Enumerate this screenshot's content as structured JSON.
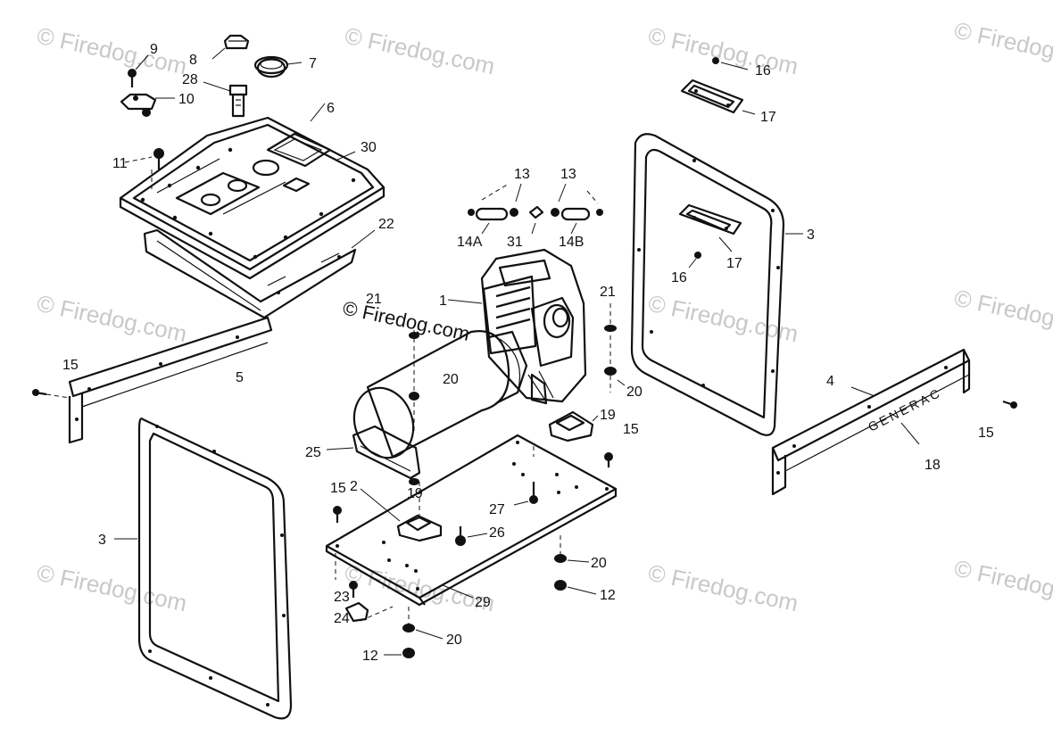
{
  "watermark": "© Firedog.com",
  "watermark_partial": "© Firedog",
  "brand_text": "GENERAC",
  "callouts": {
    "c9": "9",
    "c8": "8",
    "c28": "28",
    "c7": "7",
    "c10": "10",
    "c6": "6",
    "c30": "30",
    "c11": "11",
    "c22": "22",
    "c21a": "21",
    "c15a": "15",
    "c5": "5",
    "c13a": "13",
    "c13b": "13",
    "c14a": "14A",
    "c31": "31",
    "c14b": "14B",
    "c1": "1",
    "c21b": "21",
    "c20a": "20",
    "c20b": "20",
    "c19a": "19",
    "c15b": "15",
    "c25": "25",
    "c15c": "15",
    "c2": "2",
    "c19b": "19",
    "c27": "27",
    "c26": "26",
    "c3a": "3",
    "c20c": "20",
    "c12a": "12",
    "c23": "23",
    "c29": "29",
    "c24": "24",
    "c20d": "20",
    "c12b": "12",
    "c16a": "16",
    "c17a": "17",
    "c3b": "3",
    "c17b": "17",
    "c16b": "16",
    "c4": "4",
    "c18": "18",
    "c15d": "15"
  }
}
